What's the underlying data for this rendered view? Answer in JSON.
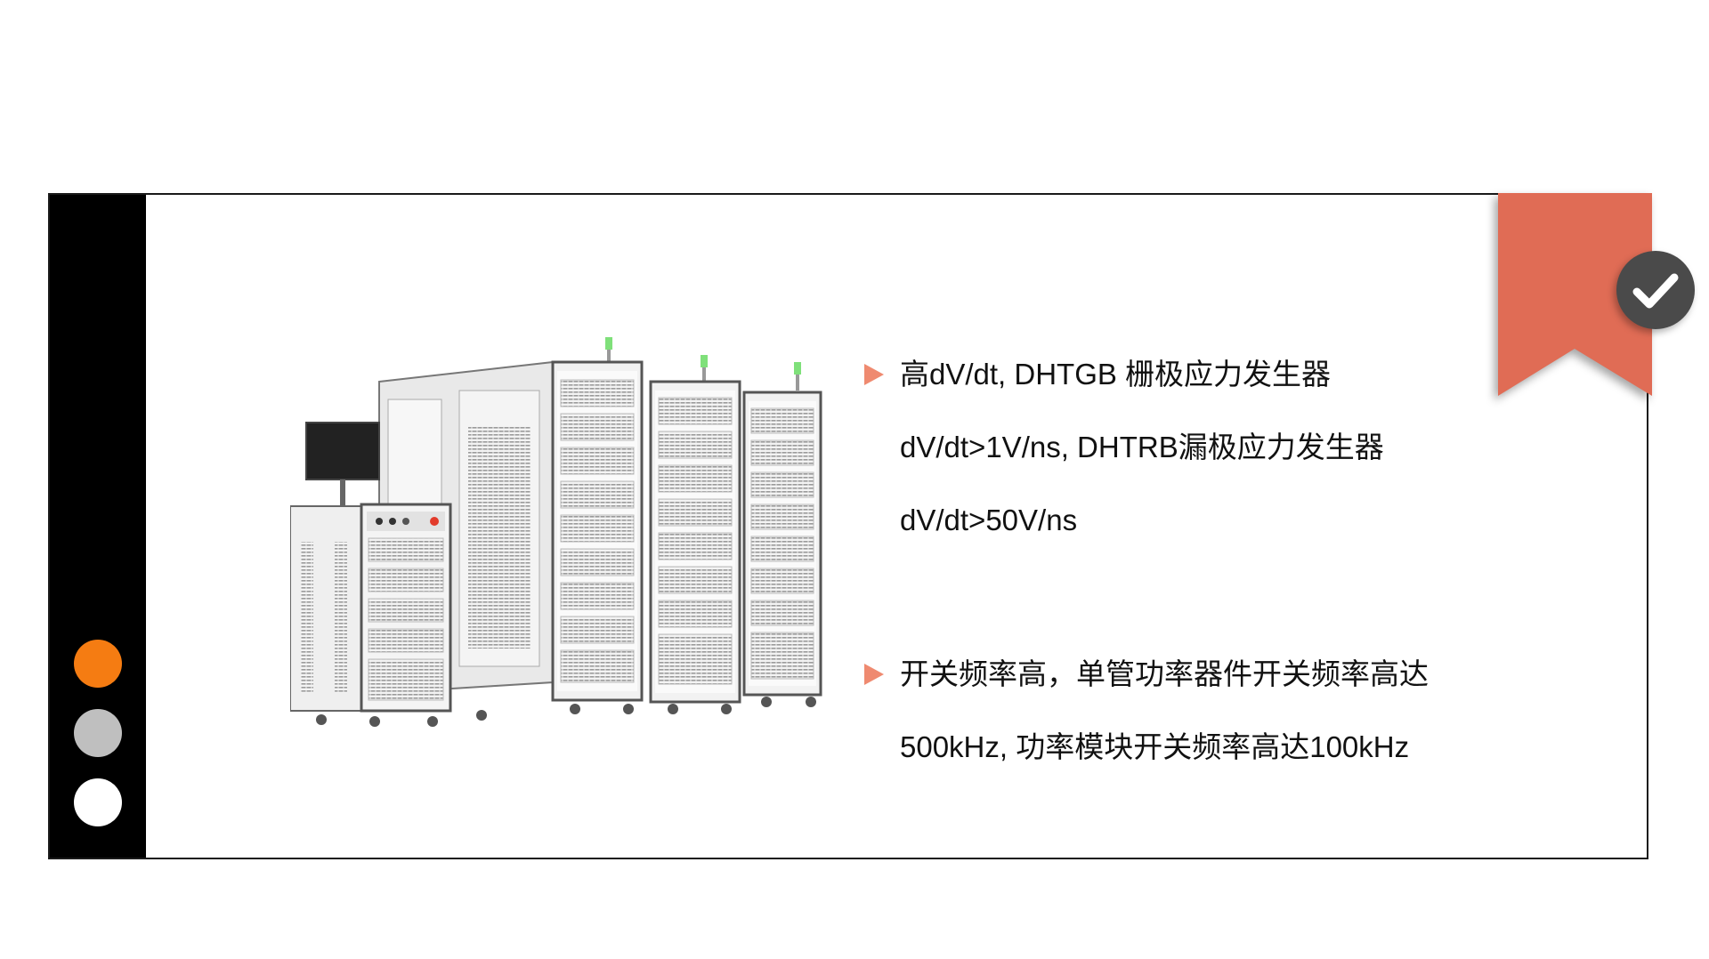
{
  "colors": {
    "sidebar": "#000000",
    "dot_orange": "#f57c12",
    "dot_gray": "#bfbfbf",
    "dot_white": "#ffffff",
    "ribbon": "#e06c55",
    "arrow": "#ef8a70",
    "check_circle": "#4a4a4a"
  },
  "icons": {
    "ribbon": "bookmark-ribbon-icon",
    "check": "checkmark-circle-icon",
    "bullet": "triangle-right-icon"
  },
  "bullets": [
    {
      "lines": [
        "高dV/dt, DHTGB 栅极应力发生器",
        "dV/dt>1V/ns, DHTRB漏极应力发生器",
        "dV/dt>50V/ns"
      ]
    },
    {
      "lines": [
        "开关频率高，单管功率器件开关频率高达",
        "500kHz, 功率模块开关频率高达100kHz"
      ]
    }
  ]
}
